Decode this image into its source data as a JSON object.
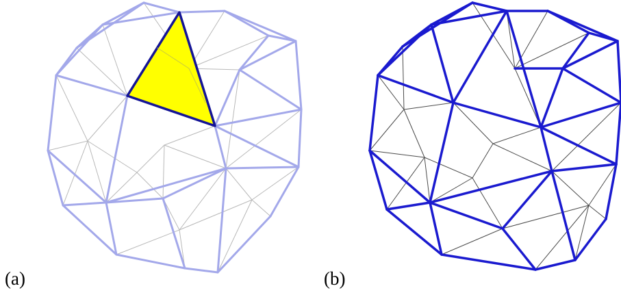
{
  "panels": [
    {
      "label": "(a)",
      "highlighted_face": "triangle",
      "colors": {
        "inner_edges": "#b8b8b8",
        "outer_edges": "#a3a8ea",
        "highlight_fill": "#ffff00",
        "highlight_edge": "#141496"
      }
    },
    {
      "label": "(b)",
      "colors": {
        "inner_edges": "#4a4a4a",
        "outer_edges": "#1a1acf"
      }
    }
  ]
}
